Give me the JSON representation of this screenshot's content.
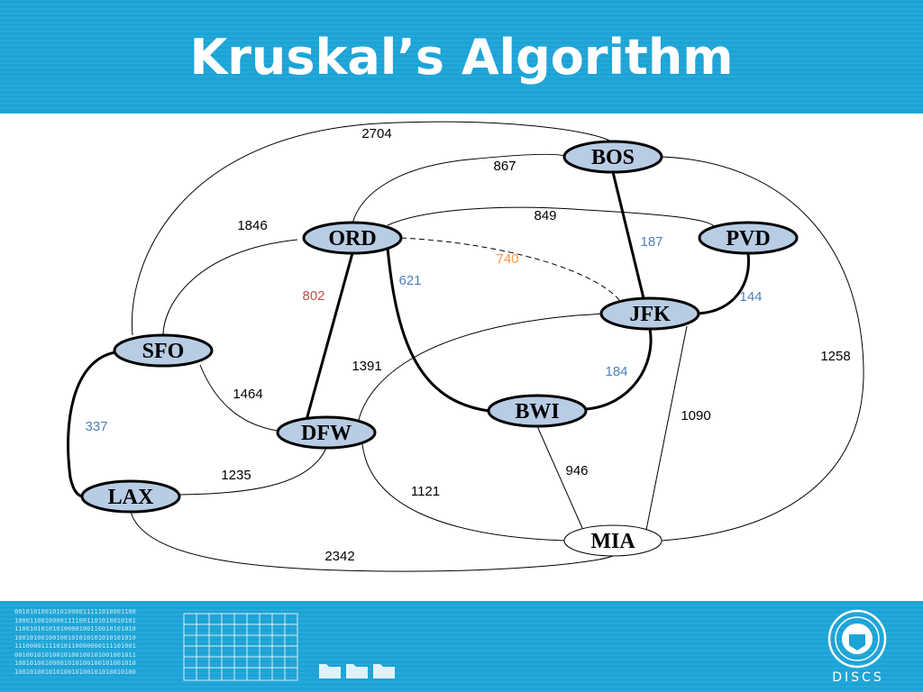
{
  "title": "Kruskal’s Algorithm",
  "nodes": [
    {
      "id": "BOS",
      "label": "BOS",
      "style": "filled"
    },
    {
      "id": "ORD",
      "label": "ORD",
      "style": "filled"
    },
    {
      "id": "PVD",
      "label": "PVD",
      "style": "filled"
    },
    {
      "id": "JFK",
      "label": "JFK",
      "style": "filled"
    },
    {
      "id": "SFO",
      "label": "SFO",
      "style": "filled"
    },
    {
      "id": "BWI",
      "label": "BWI",
      "style": "filled"
    },
    {
      "id": "DFW",
      "label": "DFW",
      "style": "filled"
    },
    {
      "id": "LAX",
      "label": "LAX",
      "style": "filled"
    },
    {
      "id": "MIA",
      "label": "MIA",
      "style": "plain"
    }
  ],
  "edges": [
    {
      "from": "SFO",
      "to": "BOS",
      "weight": "2704",
      "state": "normal"
    },
    {
      "from": "ORD",
      "to": "BOS",
      "weight": "867",
      "state": "normal"
    },
    {
      "from": "ORD",
      "to": "PVD",
      "weight": "849",
      "state": "normal"
    },
    {
      "from": "SFO",
      "to": "ORD",
      "weight": "1846",
      "state": "normal"
    },
    {
      "from": "BOS",
      "to": "JFK",
      "weight": "187",
      "state": "selected"
    },
    {
      "from": "ORD",
      "to": "JFK",
      "weight": "740",
      "state": "current"
    },
    {
      "from": "PVD",
      "to": "JFK",
      "weight": "144",
      "state": "selected"
    },
    {
      "from": "ORD",
      "to": "DFW",
      "weight": "802",
      "state": "rejected"
    },
    {
      "from": "ORD",
      "to": "BWI",
      "weight": "621",
      "state": "selected"
    },
    {
      "from": "JFK",
      "to": "BWI",
      "weight": "184",
      "state": "selected"
    },
    {
      "from": "BOS",
      "to": "MIA",
      "weight": "1258",
      "state": "normal"
    },
    {
      "from": "DFW",
      "to": "JFK",
      "weight": "1391",
      "state": "normal"
    },
    {
      "from": "SFO",
      "to": "DFW",
      "weight": "1464",
      "state": "normal"
    },
    {
      "from": "SFO",
      "to": "LAX",
      "weight": "337",
      "state": "selected"
    },
    {
      "from": "JFK",
      "to": "MIA",
      "weight": "1090",
      "state": "normal"
    },
    {
      "from": "BWI",
      "to": "MIA",
      "weight": "946",
      "state": "normal"
    },
    {
      "from": "DFW",
      "to": "LAX",
      "weight": "1235",
      "state": "normal"
    },
    {
      "from": "DFW",
      "to": "MIA",
      "weight": "1121",
      "state": "normal"
    },
    {
      "from": "LAX",
      "to": "MIA",
      "weight": "2342",
      "state": "normal"
    }
  ],
  "colors": {
    "header": "#1ba3d6",
    "node_fill": "#b8cce4",
    "selected_label": "#4f81bd",
    "rejected_label": "#c0504d",
    "current_label": "#f79646",
    "normal_label": "#000000"
  },
  "footer": {
    "binary_text": "00101010010101000011111010001100\n10001100100001111001101010010101\n11001010101010000100110010101010\n10010100100100101010101010101010\n11100001111010110000000111101001\n00100101010010100100101001001011\n10010100100001010100100101001010\n10010100101010010100101010010100",
    "logo_icon": "university-seal-icon",
    "logo_text": "DISCS"
  }
}
